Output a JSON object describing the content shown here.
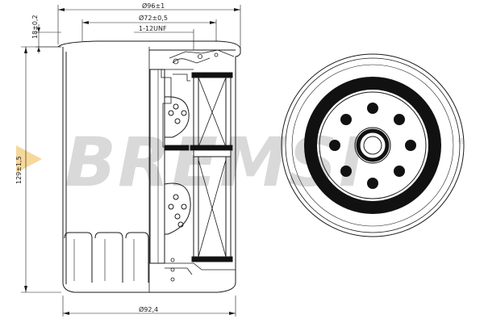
{
  "dimensions": {
    "outer_diameter_top": "Ø96±1",
    "seal_diameter": "Ø72±0,5",
    "thread": "1-12UNF",
    "seal_height": "18±0,2",
    "total_height": "129±1,5",
    "body_diameter": "Ø92,4"
  },
  "watermark": {
    "brand": "BREMSI",
    "trademark": "®"
  },
  "colors": {
    "line": "#1a1a1a",
    "watermark": "#d9d9d9",
    "watermark_arrow": "#f6d89a",
    "fill_dark": "#111111"
  }
}
